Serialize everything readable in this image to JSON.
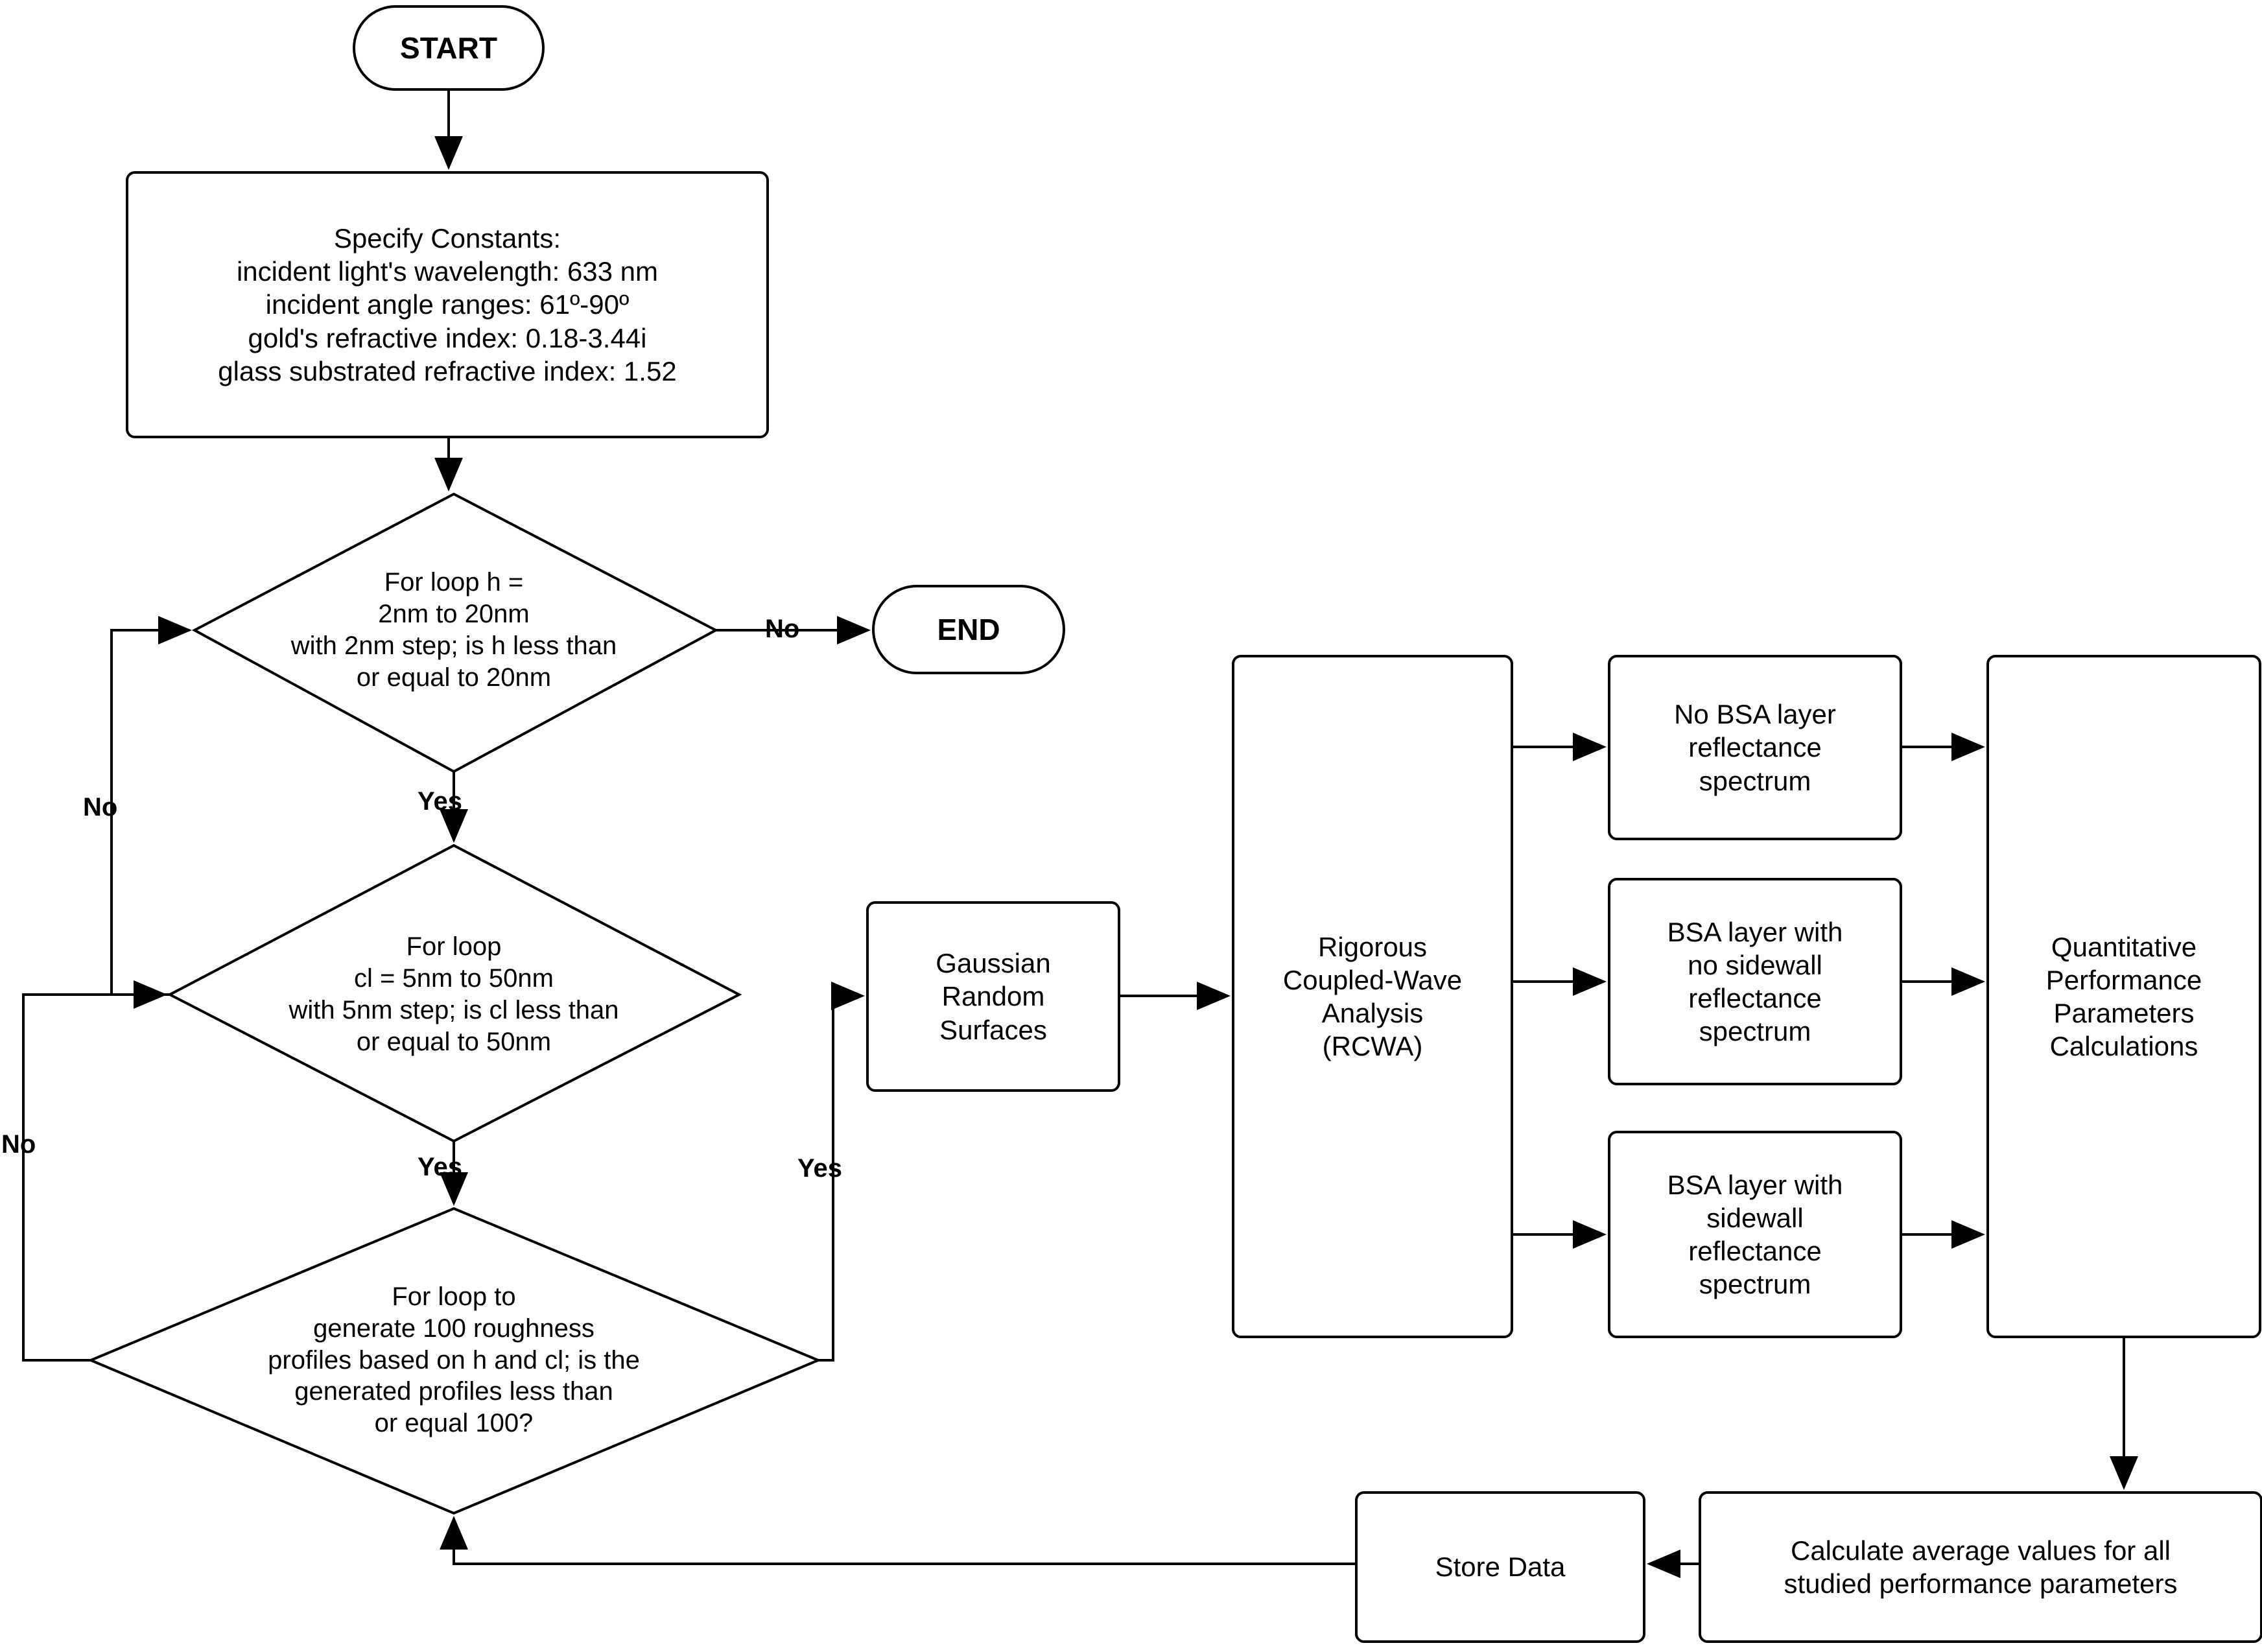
{
  "diagram": {
    "title": "RCWA roughness simulation flowchart",
    "stroke_color": "#000000",
    "fill_color": "#FFFFFF",
    "text_color": "#000000"
  },
  "nodes": {
    "start": {
      "label": "START",
      "shape": "terminator"
    },
    "constants": {
      "label": "Specify Constants:\nincident light's wavelength: 633 nm\nincident angle ranges: 61º-90º\ngold's refractive index: 0.18-3.44i\nglass substrated refractive index: 1.52",
      "shape": "process"
    },
    "loop_h": {
      "label": "For loop h =\n2nm to 20nm\nwith 2nm step; is h less than\nor equal to 20nm",
      "shape": "decision"
    },
    "end": {
      "label": "END",
      "shape": "terminator"
    },
    "loop_cl": {
      "label": "For loop\ncl = 5nm to 50nm\nwith 5nm step; is cl less than\nor equal to 50nm",
      "shape": "decision"
    },
    "loop_profiles": {
      "label": "For loop to\ngenerate 100 roughness\nprofiles based on h and cl; is the\ngenerated profiles less than\nor equal 100?",
      "shape": "decision"
    },
    "gaussian": {
      "label": "Gaussian\nRandom\nSurfaces",
      "shape": "process"
    },
    "rcwa": {
      "label": "Rigorous\nCoupled-Wave\nAnalysis\n(RCWA)",
      "shape": "process"
    },
    "no_bsa": {
      "label": "No BSA layer\nreflectance\nspectrum",
      "shape": "process"
    },
    "bsa_no_sidewall": {
      "label": "BSA layer with\nno sidewall\nreflectance\nspectrum",
      "shape": "process"
    },
    "bsa_sidewall": {
      "label": "BSA layer with\nsidewall\nreflectance\nspectrum",
      "shape": "process"
    },
    "quantitative": {
      "label": "Quantitative\nPerformance\nParameters\nCalculations",
      "shape": "process"
    },
    "store_data": {
      "label": "Store Data",
      "shape": "process"
    },
    "calc_average": {
      "label": "Calculate average values for all\nstudied performance parameters",
      "shape": "process"
    }
  },
  "edge_labels": {
    "h_no": "No",
    "h_yes": "Yes",
    "cl_no": "No",
    "cl_yes": "Yes",
    "profiles_no": "No",
    "profiles_yes": "Yes"
  }
}
